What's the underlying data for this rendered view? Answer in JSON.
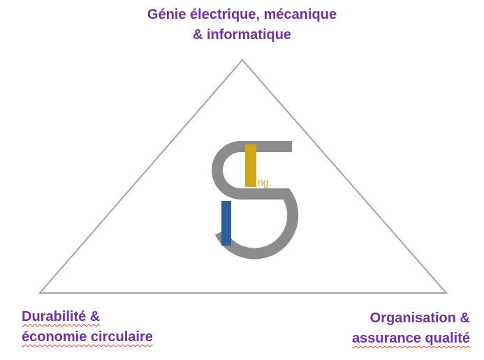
{
  "slide": {
    "top_label": {
      "line1": "Génie électrique, mécanique",
      "line2": "& informatique"
    },
    "bottom_left_label": {
      "line1": "Durabilité &",
      "line2": "économie circulaire"
    },
    "bottom_right_label": {
      "line1": "Organisation &",
      "line2": "assurance qualité"
    }
  },
  "logo": {
    "suffix_text": "ng.",
    "colors": {
      "gray": "#8C8C8C",
      "gold_bar": "#D2A517",
      "gold_text": "#C9A227",
      "blue_bar": "#2D5F9E"
    }
  },
  "colors": {
    "label_purple": "#7030A0",
    "triangle_gray": "#A3A3A3",
    "spellcheck_red": "#E8403C",
    "background": "#FFFFFF"
  }
}
